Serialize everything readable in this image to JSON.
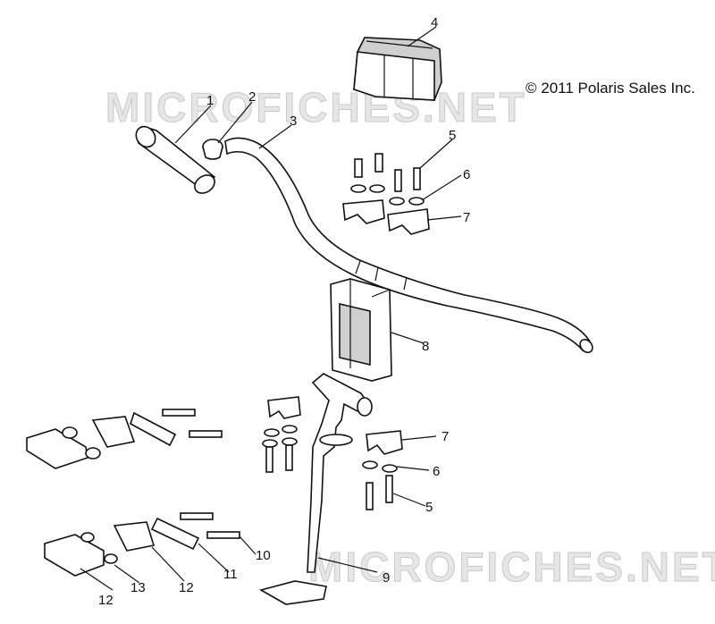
{
  "copyright": "© 2011 Polaris Sales Inc.",
  "watermark": "MICROFICHES.NET",
  "callouts": [
    {
      "id": "c1",
      "label": "1"
    },
    {
      "id": "c2",
      "label": "2"
    },
    {
      "id": "c3",
      "label": "3"
    },
    {
      "id": "c4",
      "label": "4"
    },
    {
      "id": "c5a",
      "label": "5"
    },
    {
      "id": "c6a",
      "label": "6"
    },
    {
      "id": "c7a",
      "label": "7"
    },
    {
      "id": "c8",
      "label": "8"
    },
    {
      "id": "c7b",
      "label": "7"
    },
    {
      "id": "c6b",
      "label": "6"
    },
    {
      "id": "c5b",
      "label": "5"
    },
    {
      "id": "c10",
      "label": "10"
    },
    {
      "id": "c11",
      "label": "11"
    },
    {
      "id": "c9",
      "label": "9"
    },
    {
      "id": "c12a",
      "label": "12"
    },
    {
      "id": "c13",
      "label": "13"
    },
    {
      "id": "c12b",
      "label": "12"
    }
  ]
}
